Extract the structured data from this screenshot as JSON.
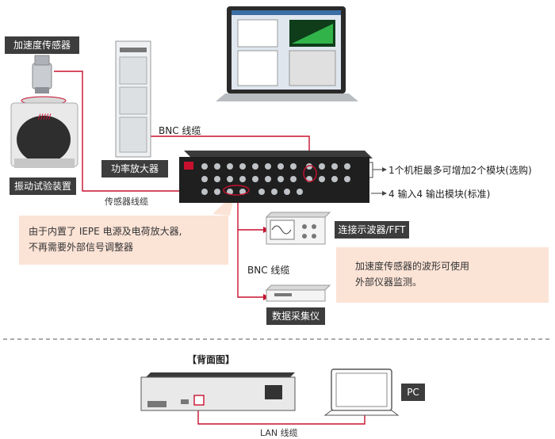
{
  "labels": {
    "accel_sensor": "加速度传感器",
    "vibration_system": "振动试验装置",
    "power_amp": "功率放大器",
    "bnc_cable_top": "BNC 线缆",
    "sensor_cable": "传感器线缆",
    "cabinet_note": "1个机柜最多可增加2个模块(选购)",
    "io_module": "4 输入4 输出模块(标准)",
    "oscilloscope": "连接示波器/FFT",
    "bnc_cable_mid": "BNC 线缆",
    "daq": "数据采集仪",
    "back_view": "【背面图】",
    "pc": "PC",
    "lan_cable": "LAN 线缆"
  },
  "notes": {
    "iepe_line1": "由于内置了 IEPE 电源及电荷放大器,",
    "iepe_line2": "不再需要外部信号调整器",
    "waveform_line1": "加速度传感器的波形可使用",
    "waveform_line2": "外部仪器监测。"
  },
  "colors": {
    "cable_red": "#c8102e",
    "label_dark": "#3d3d3d",
    "note_bg": "#fbe3d6",
    "divider": "#555555"
  }
}
